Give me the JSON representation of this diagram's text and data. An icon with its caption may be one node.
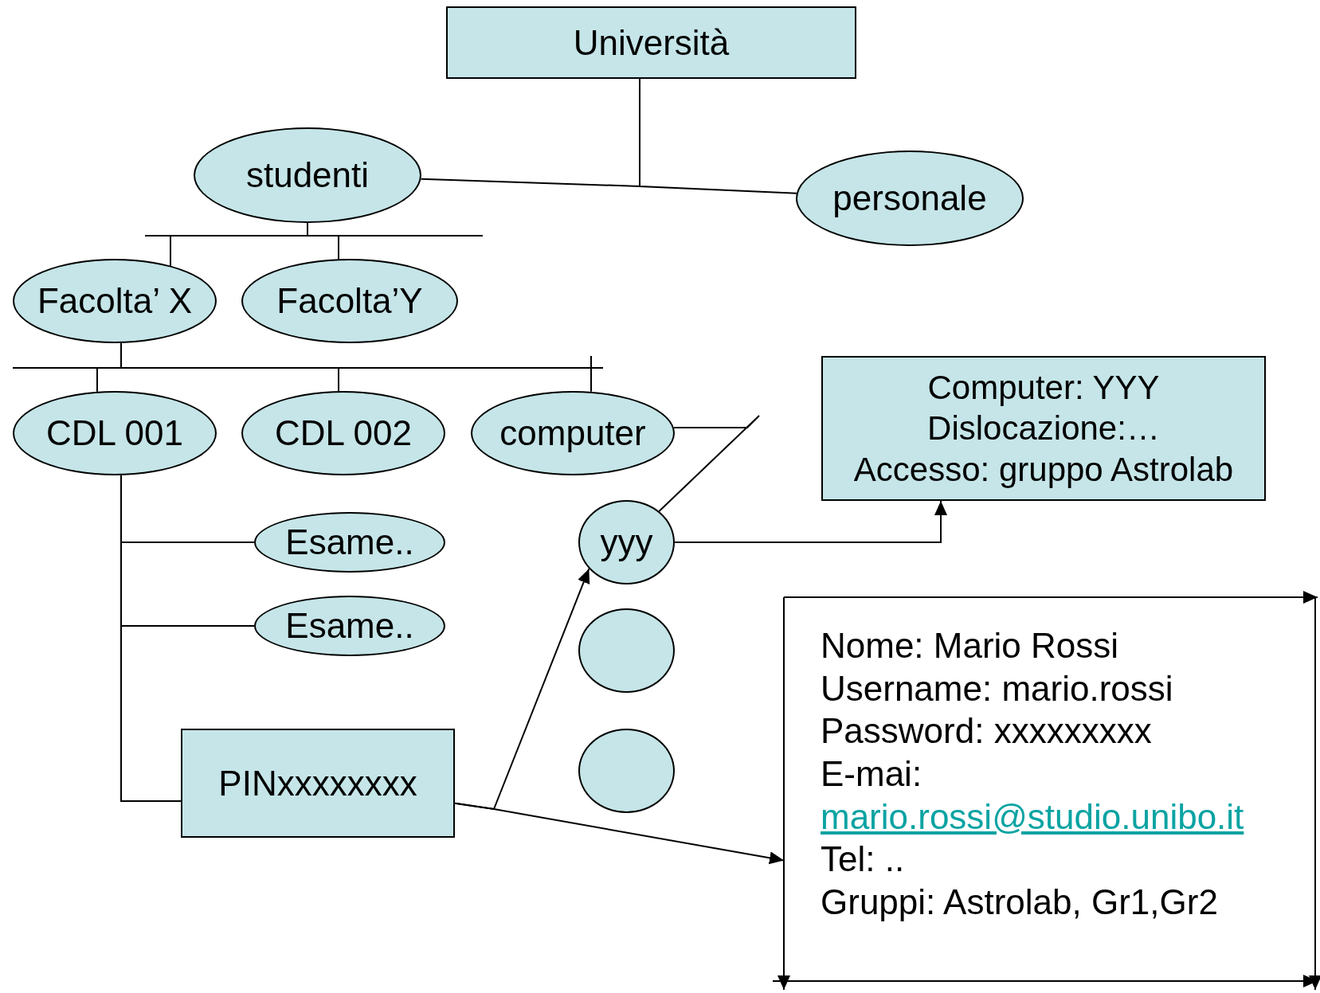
{
  "diagram": {
    "nodes": [
      {
        "text": [
          "Università"
        ]
      },
      {
        "text": [
          "studenti"
        ]
      },
      {
        "text": [
          "personale"
        ]
      },
      {
        "text": [
          "Facolta’ X"
        ]
      },
      {
        "text": [
          "Facolta’Y"
        ]
      },
      {
        "text": [
          "CDL 001"
        ]
      },
      {
        "text": [
          "CDL 002"
        ]
      },
      {
        "text": [
          "computer"
        ]
      },
      {
        "text": [
          "Computer: YYY",
          "Dislocazione:…",
          "Accesso: gruppo Astrolab"
        ]
      },
      {
        "text": [
          "Esame.."
        ]
      },
      {
        "text": [
          "Esame.."
        ]
      },
      {
        "text": [
          "yyy"
        ]
      },
      {
        "text": [],
        "shape": "circle"
      },
      {
        "text": [],
        "shape": "circle"
      },
      {
        "text": [
          "PINxxxxxxxx"
        ]
      },
      {
        "text": [
          "Nome: Mario Rossi",
          "Username: mario.rossi",
          "Password: xxxxxxxxx",
          "E-mai:",
          "mario.rossi@studio.unibo.it",
          "Tel: ..",
          "Gruppi: Astrolab, Gr1,Gr2"
        ]
      }
    ],
    "edges": [
      {
        "from": 0,
        "to": 1,
        "arrow": "none"
      },
      {
        "from": 0,
        "to": 2,
        "arrow": "none"
      },
      {
        "from": 1,
        "to": 3,
        "arrow": "none"
      },
      {
        "from": 1,
        "to": 4,
        "arrow": "none"
      },
      {
        "from": 3,
        "to": 5,
        "arrow": "none"
      },
      {
        "from": 3,
        "to": 6,
        "arrow": "none"
      },
      {
        "from": 3,
        "to": 7,
        "arrow": "none"
      },
      {
        "from": 5,
        "to": 9,
        "arrow": "none"
      },
      {
        "from": 5,
        "to": 10,
        "arrow": "none"
      },
      {
        "from": 5,
        "to": 14,
        "arrow": "none"
      },
      {
        "from": 7,
        "to": 11,
        "arrow": "none"
      },
      {
        "from": 11,
        "to": 8,
        "arrow": "to"
      },
      {
        "from": 14,
        "to": 11,
        "arrow": "to"
      },
      {
        "from": 14,
        "to": 15,
        "arrow": "to"
      }
    ]
  }
}
